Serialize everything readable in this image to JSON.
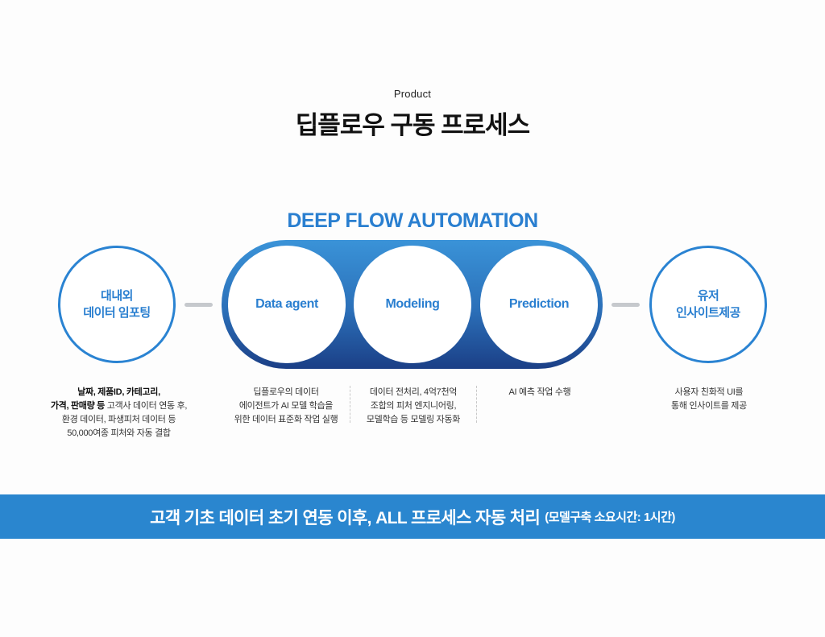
{
  "header": {
    "eyebrow": "Product",
    "title": "딥플로우 구동 프로세스"
  },
  "flow": {
    "title": "DEEP FLOW AUTOMATION",
    "left_node": {
      "line1": "대내외",
      "line2": "데이터 임포팅"
    },
    "stages": [
      "Data agent",
      "Modeling",
      "Prediction"
    ],
    "right_node": {
      "line1": "유저",
      "line2": "인사이트제공"
    }
  },
  "descriptions": {
    "importing": {
      "bold1": "날짜, 제품ID, 카테고리,",
      "bold2": "가격, 판매량 등",
      "line2_rest": " 고객사 데이터 연동 후,",
      "line3": "환경 데이터, 파생피처 데이터 등",
      "line4": "50,000여종 피처와 자동 결합"
    },
    "data_agent": [
      "딥플로우의 데이터",
      "에이전트가 AI 모델 학습을",
      "위한 데이터 표준화 작업 실행"
    ],
    "modeling": [
      "데이터 전처리, 4억7천억",
      "조합의 피처 엔지니어링,",
      "모델학습 등 모델링 자동화"
    ],
    "prediction": [
      "AI 예측 작업 수행"
    ],
    "insight": [
      "사용자 친화적 UI를",
      "통해 인사이트를 제공"
    ]
  },
  "banner": {
    "main": "고객 기초 데이터 초기 연동 이후, ALL 프로세스 자동 처리",
    "sub": "(모델구축 소요시간: 1시간)"
  },
  "colors": {
    "accent": "#2a7fd0",
    "capsule_top": "#3a93d8",
    "capsule_bottom": "#1b3f86",
    "banner": "#2a86cf",
    "connector": "#c6c9cd"
  }
}
